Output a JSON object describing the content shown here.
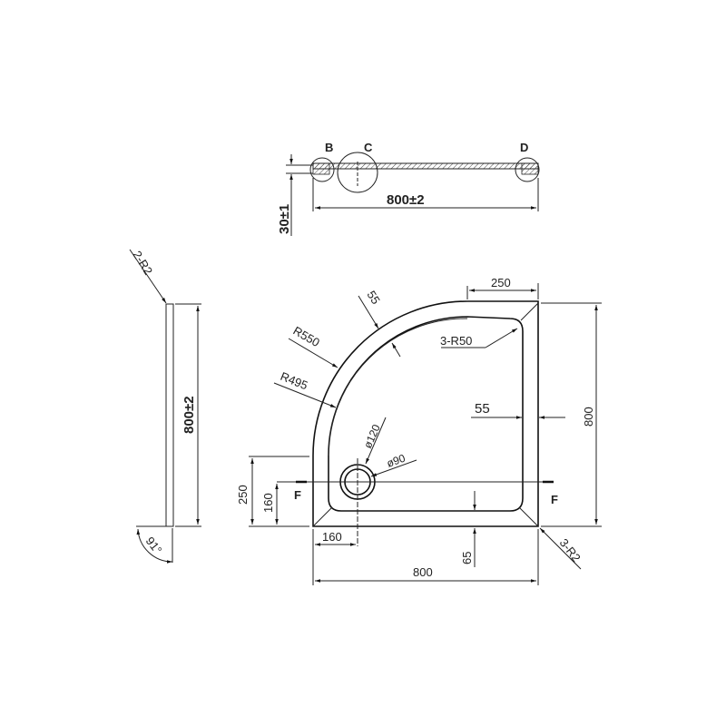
{
  "section_view": {
    "detail_b": "B",
    "detail_c": "C",
    "detail_d": "D",
    "width_dim": "800±2",
    "height_dim": "30±1"
  },
  "side_view": {
    "corner_radius": "2-R2",
    "length_dim": "800±2",
    "angle": "91°"
  },
  "plan_view": {
    "top_straight": "250",
    "rim_width_arc": "55",
    "outer_radius": "R550",
    "inner_radius": "R495",
    "inner_corner_radius": "3-R50",
    "rim_width_side": "55",
    "depth_dim": "800",
    "drain_outer": "ø120",
    "drain_inner": "ø90",
    "left_straight": "250",
    "drain_offset_y": "160",
    "drain_offset_x": "160",
    "section_left": "F",
    "section_right": "F",
    "rim_bottom": "65",
    "outer_corner_radius": "3-R2",
    "width_dim": "800"
  }
}
